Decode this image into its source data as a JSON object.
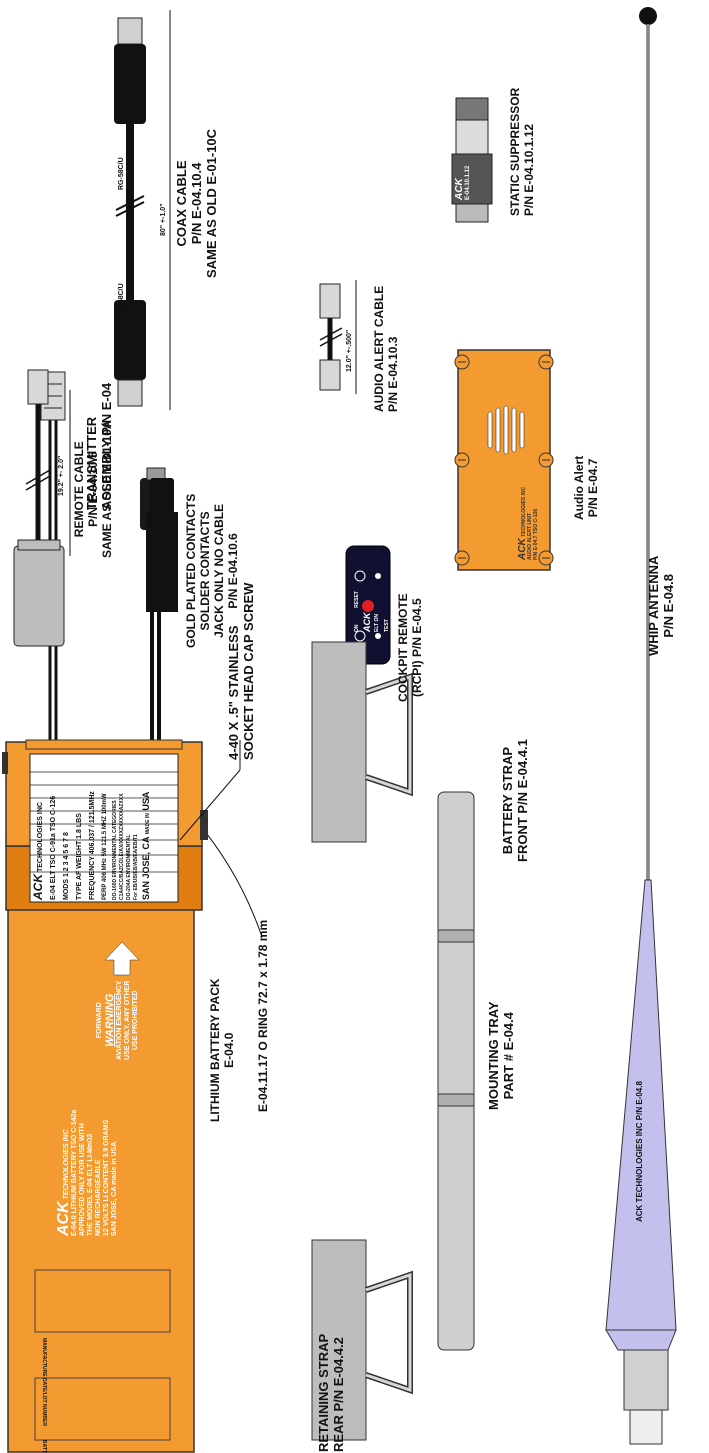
{
  "labels": {
    "battery_pack": [
      "LITHIUM BATTERY PACK",
      "E-04.0"
    ],
    "o_ring": "E-04.11.17 O RING 72.7 x 1.78 mm",
    "retaining_strap": [
      "RETAINING STRAP",
      "REAR  P/N E-04.4.2"
    ],
    "mounting_tray": [
      "MOUNTING TRAY",
      "PART # E-04.4"
    ],
    "battery_strap": [
      "BATTERY STRAP",
      "FRONT  P/N E-04.4.1"
    ],
    "transmitter": [
      "TRANSMITTER",
      "ASSEMBLY P/N E-04"
    ],
    "cap_screw": [
      "4-40 X .5\" STAINLESS",
      "SOCKET HEAD CAP SCREW"
    ],
    "remote_cable": [
      "REMOTE CABLE",
      "P/N E-04.10.5",
      "SAME AS OLD E-01-10A"
    ],
    "remote_cable_length": "19.2\" +- 2.0\"",
    "contacts": [
      "GOLD PLATED CONTACTS",
      "SOLDER CONTACTS",
      "JACK ONLY NO CABLE",
      "P/N E-04.10.6"
    ],
    "cockpit_remote": [
      "COCKPIT REMOTE",
      "(RCPI) P/N E-04.5"
    ],
    "coax_cable": [
      "COAX CABLE",
      "P/N E-04.10.4",
      "SAME AS OLD E-01-10C"
    ],
    "coax_length": "80\" +-1.0\"",
    "coax_type_left": "RG-58C/U",
    "coax_type_right": "RG-58C/U",
    "audio_cable": [
      "AUDIO ALERT CABLE",
      "P/N E-04.10.3"
    ],
    "audio_cable_length": "12.0\" +-.500\"",
    "audio_alert": [
      "Audio Alert",
      "P/N E-04.7"
    ],
    "static_suppressor": [
      "STATIC SUPPRESSOR",
      "P/N E-04.10.1.12"
    ],
    "whip_antenna": [
      "WHIP ANTENNA",
      "P/N E-04.8"
    ],
    "antenna_marking": "ACK TECHNOLOGIES INC P/N E-04.8"
  },
  "battery_markings": {
    "forward": "FORWARD",
    "warning": "WARNING",
    "warning_text": [
      "AVIATION EMERGENCY",
      "USE  ONLY.  ANY OTHER",
      "USE  PROHIBITED"
    ],
    "brand": "ACK",
    "brand_suffix": "TECHNOLOGIES INC",
    "details": [
      "E-04.0 LITHIUM BATTERY TSO C-142a",
      "APPROVED ONLY FOR USE WITH",
      "THE MODEL E-04 ELT  LI-MnO2",
      "NON RECHARGEABLE",
      "12 VOLTS   LI CONTENT 3.9 GRAMS",
      "SAN  JOSE,  CA   made in  USA"
    ],
    "box1": "MANUFACTURE DATE/LOT NUMBER",
    "box2": "BATTERY EXPIRATION DATE"
  },
  "transmitter_plate": {
    "brand": "ACK",
    "brand_suffix": "TECHNOLOGIES INC",
    "model_row": "E-04 ELT  TSO C-91a  TSO C-126",
    "mods_label": "MODS",
    "mods": [
      "1",
      "2",
      "3",
      "4",
      "5",
      "6",
      "7",
      "8"
    ],
    "type_row": "TYPE   AF   WEIGHT  1.8   LBS",
    "freq_row": "FREQUENCY 406.037 / 121.5MHz",
    "perp_row": "PERP 406 MHz 5W  121.5 MHZ 100mW",
    "env_title": "DO-160D ENVIRONMENTAL CATEGORIES",
    "env_codes": "C1A4/CC/BAZCOLE/AX/XXXXZXXXXXAZXXX",
    "env2_title": "DO-204A ENVIRONMENTAL",
    "env2_codes": "For EB/UB/EB/AB/EA/EB/T1",
    "city": "SAN JOSE, CA",
    "made_in": "MADE IN",
    "country": "USA"
  },
  "remote_panel": {
    "brand": "ACK",
    "left_top": "RESET",
    "left_bottom": "ON",
    "right_top": "ELT ON",
    "right_bottom": "TEST"
  },
  "audio_alert_plate": {
    "brand": "ACK",
    "brand_suffix": "TECHNOLOGIES INC",
    "line1": "AUDIO ALERT UNIT",
    "line2": "P/N E-04.7  TSO C-126"
  },
  "suppressor_marking": {
    "brand": "ACK",
    "part": "E-04.10.1.12"
  },
  "colors": {
    "orange": "#F39A30",
    "dark_orange": "#E07D10",
    "gray": "#C8C8C8",
    "black": "#111111",
    "red": "#E02020",
    "navy": "#101030",
    "lavender": "#C4C0EE"
  }
}
